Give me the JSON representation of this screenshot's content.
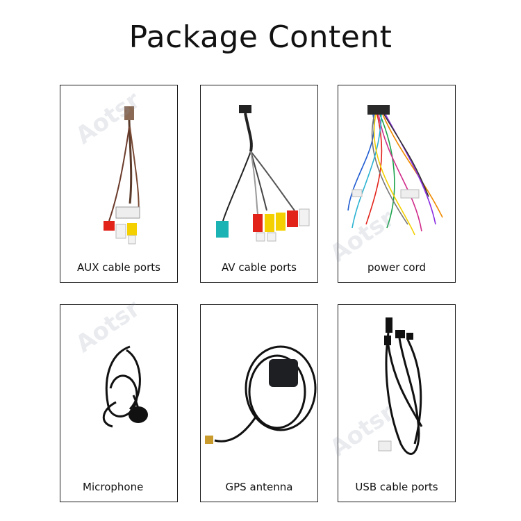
{
  "page": {
    "title": "Package Content"
  },
  "watermark": "Aotsr",
  "items": [
    {
      "label": "AUX cable ports",
      "icon": "aux-cable-image"
    },
    {
      "label": "AV cable ports",
      "icon": "av-cable-image"
    },
    {
      "label": "power cord",
      "icon": "power-cord-image"
    },
    {
      "label": "Microphone",
      "icon": "microphone-image"
    },
    {
      "label": "GPS antenna",
      "icon": "gps-antenna-image"
    },
    {
      "label": "USB cable ports",
      "icon": "usb-cable-image"
    }
  ]
}
